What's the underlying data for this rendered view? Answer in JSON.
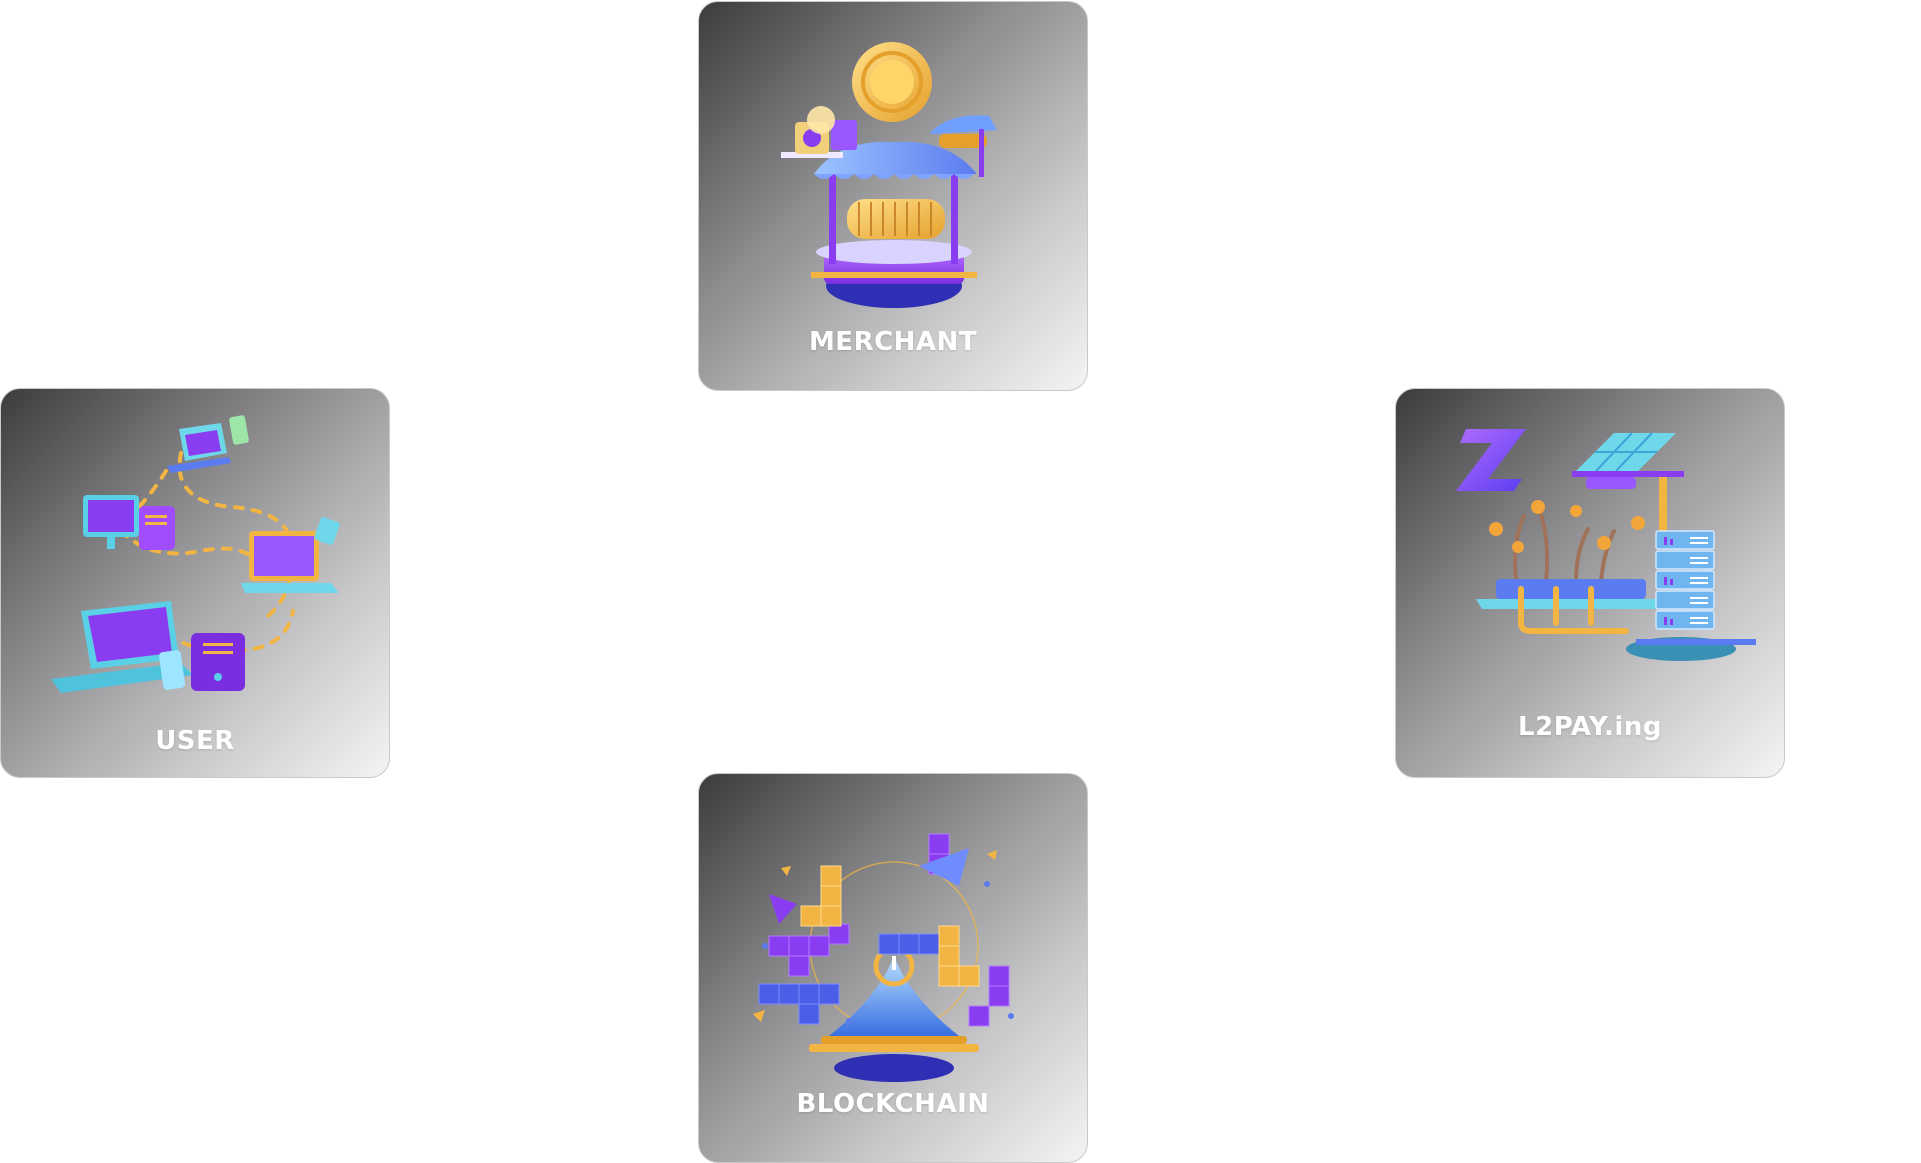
{
  "nodes": {
    "merchant": {
      "label": "MERCHANT",
      "icon": "market-stall-coin-icon"
    },
    "user": {
      "label": "USER",
      "icon": "connected-devices-icon"
    },
    "l2pay": {
      "label": "L2PAY.ing",
      "icon": "server-solar-plant-icon"
    },
    "blockchain": {
      "label": "BLOCKCHAIN",
      "icon": "blocks-portal-icon"
    }
  },
  "colors": {
    "purple": "#8a3cf0",
    "blue": "#5b7cf0",
    "cyan": "#5ad0e6",
    "gold": "#f2b544",
    "navy": "#2e2fb5"
  }
}
